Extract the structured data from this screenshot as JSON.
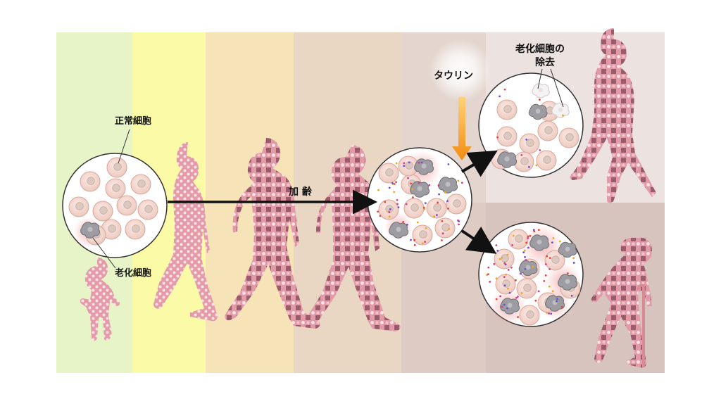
{
  "labels": {
    "normal_cell": "正常細胞",
    "senescent_cell": "老化細胞",
    "aging": "加 齢",
    "taurine": "タウリン",
    "removal_line1": "老化細胞の",
    "removal_line2": "除去"
  },
  "colors": {
    "band_baby": "#e6f4c8",
    "band_child": "#fbfaa6",
    "band_young": "#f6e3b8",
    "band_adult": "#ead7c3",
    "band_top_right": "#ece2df",
    "band_bottom_right": "#d8c4bf",
    "figure_pink": "#e8a0ad",
    "figure_dark_dot": "#8c4a58",
    "cell_fill": "#f6ddd6",
    "cell_nucleus": "#d9c6bd",
    "senescent_gray": "#9a9a9e",
    "taurine_orange": "#f59a1a",
    "arrow": "#111111"
  }
}
